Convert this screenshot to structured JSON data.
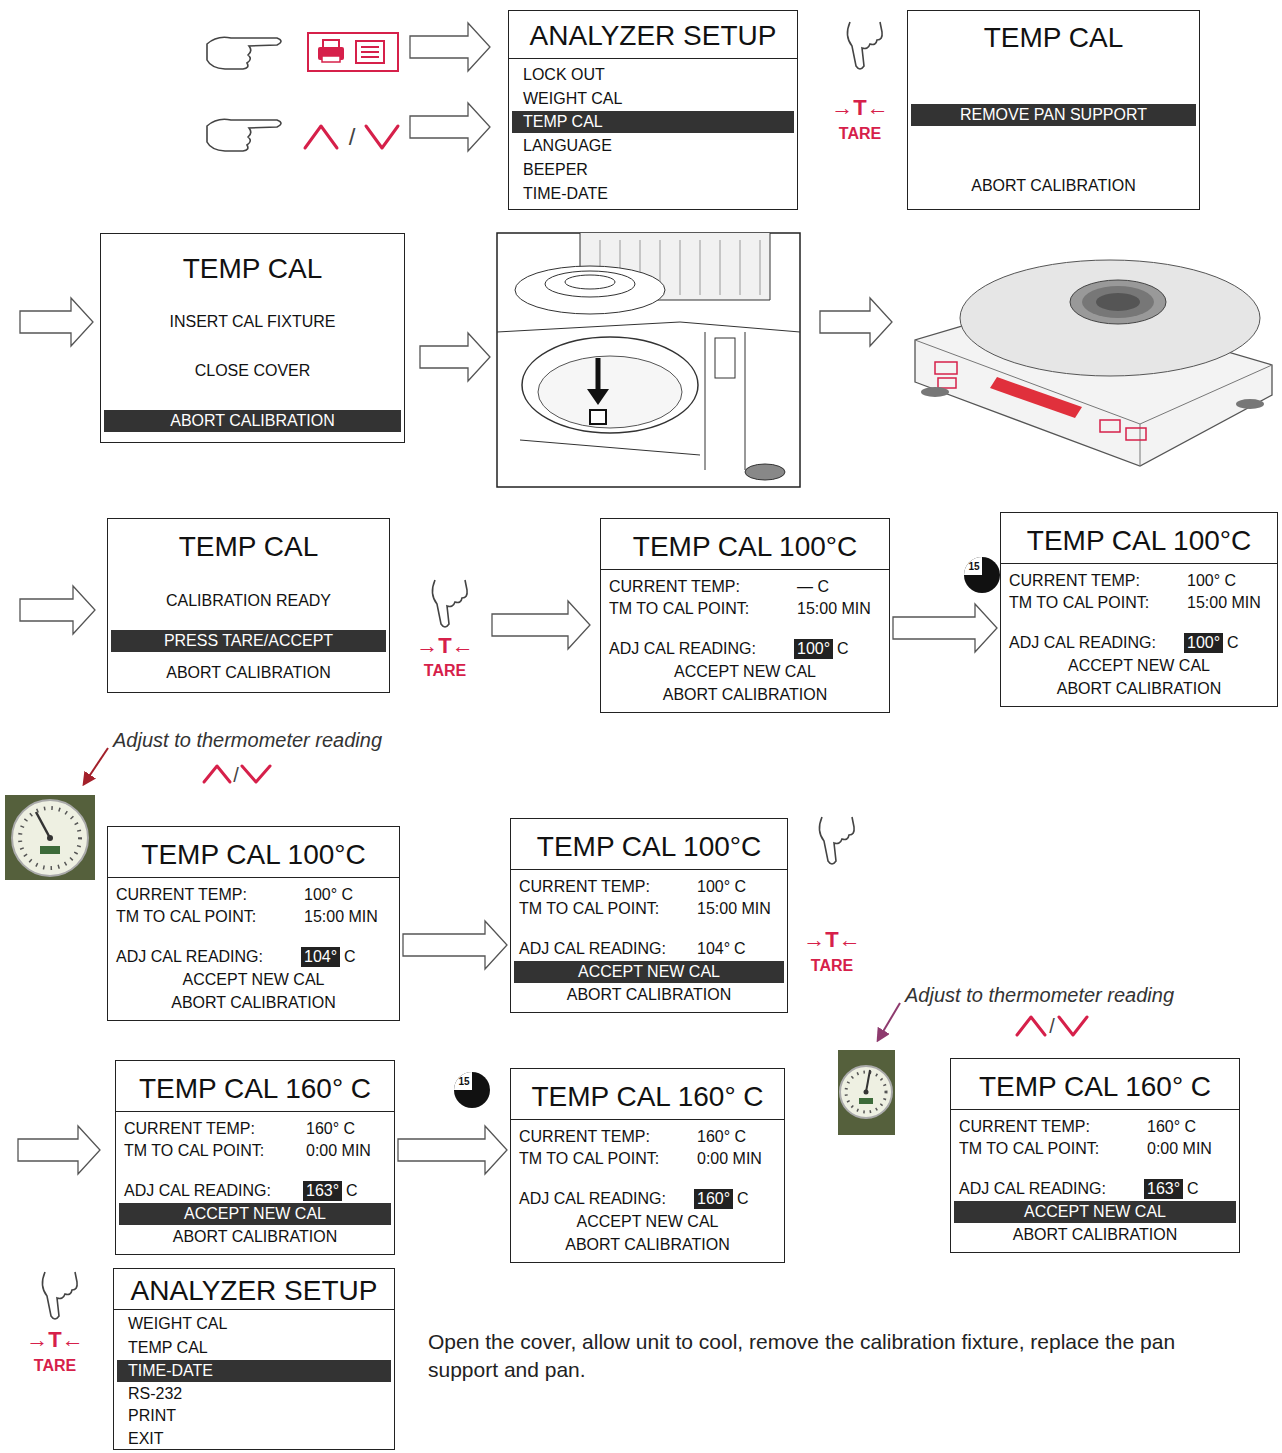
{
  "diagram": {
    "nodes": [
      {
        "text": [
          "ANALYZER SETUP",
          "LOCK OUT",
          "WEIGHT CAL",
          "TEMP CAL",
          "LANGUAGE",
          "BEEPER",
          "TIME-DATE"
        ]
      },
      {
        "text": [
          "TEMP CAL",
          "REMOVE PAN SUPPORT",
          "ABORT CALIBRATION"
        ]
      },
      {
        "text": [
          "TEMP CAL",
          "INSERT CAL FIXTURE",
          "CLOSE COVER",
          "ABORT CALIBRATION"
        ]
      },
      {
        "text": [
          "TEMP CAL",
          "CALIBRATION READY",
          "PRESS TARE/ACCEPT",
          "ABORT CALIBRATION"
        ]
      },
      {
        "text": [
          "TEMP CAL 100°C",
          "CURRENT TEMP:",
          "— C",
          "TM TO CAL POINT:",
          "15:00 MIN",
          "ADJ CAL READING:",
          "100°",
          "C",
          "ACCEPT NEW CAL",
          "ABORT CALIBRATION"
        ]
      },
      {
        "text": [
          "TEMP CAL 100°C",
          "CURRENT TEMP:",
          "100° C",
          "TM TO CAL POINT:",
          "15:00 MIN",
          "ADJ CAL READING:",
          "100°",
          "C",
          "ACCEPT NEW CAL",
          "ABORT CALIBRATION"
        ]
      },
      {
        "text": [
          "TEMP CAL 100°C",
          "CURRENT TEMP:",
          "100° C",
          "TM TO CAL POINT:",
          "15:00 MIN",
          "ADJ CAL READING:",
          "104°",
          "C",
          "ACCEPT NEW CAL",
          "ABORT CALIBRATION"
        ]
      },
      {
        "text": [
          "TEMP CAL 100°C",
          "CURRENT TEMP:",
          "100° C",
          "TM TO CAL POINT:",
          "15:00 MIN",
          "ADJ CAL READING:",
          "104°",
          "C",
          "ACCEPT NEW CAL",
          "ABORT CALIBRATION"
        ]
      },
      {
        "text": [
          "TEMP CAL 160° C",
          "CURRENT TEMP:",
          "160° C",
          "TM TO CAL POINT:",
          "0:00 MIN",
          "ADJ CAL READING:",
          "163°",
          "C",
          "ACCEPT NEW CAL",
          "ABORT CALIBRATION"
        ]
      },
      {
        "text": [
          "TEMP CAL 160° C",
          "CURRENT TEMP:",
          "160° C",
          "TM TO CAL POINT:",
          "0:00 MIN",
          "ADJ CAL READING:",
          "160°",
          "C",
          "ACCEPT NEW CAL",
          "ABORT CALIBRATION"
        ]
      },
      {
        "text": [
          "TEMP CAL 160° C",
          "CURRENT TEMP:",
          "160° C",
          "TM TO CAL POINT:",
          "0:00 MIN",
          "ADJ CAL READING:",
          "163°",
          "C",
          "ACCEPT NEW CAL",
          "ABORT CALIBRATION"
        ]
      },
      {
        "text": [
          "ANALYZER SETUP",
          "WEIGHT CAL",
          "TEMP CAL",
          "TIME-DATE",
          "RS-232",
          "PRINT",
          "EXIT"
        ]
      }
    ],
    "edges": [
      {
        "from": 4,
        "to": 5,
        "arrow": "to"
      },
      {
        "from": 6,
        "to": 7,
        "arrow": "to"
      },
      {
        "from": 8,
        "to": 9,
        "arrow": "to"
      }
    ],
    "labels": [
      "/",
      "→T←",
      "TARE",
      "→T←",
      "TARE",
      "15",
      "Adjust to thermometer reading",
      "/",
      "→T←",
      "TARE",
      "Adjust to thermometer reading",
      "/",
      "15",
      "→T←",
      "TARE",
      "Open the cover, allow unit to cool, remove the calibration fixture, replace the pan support and pan."
    ]
  }
}
